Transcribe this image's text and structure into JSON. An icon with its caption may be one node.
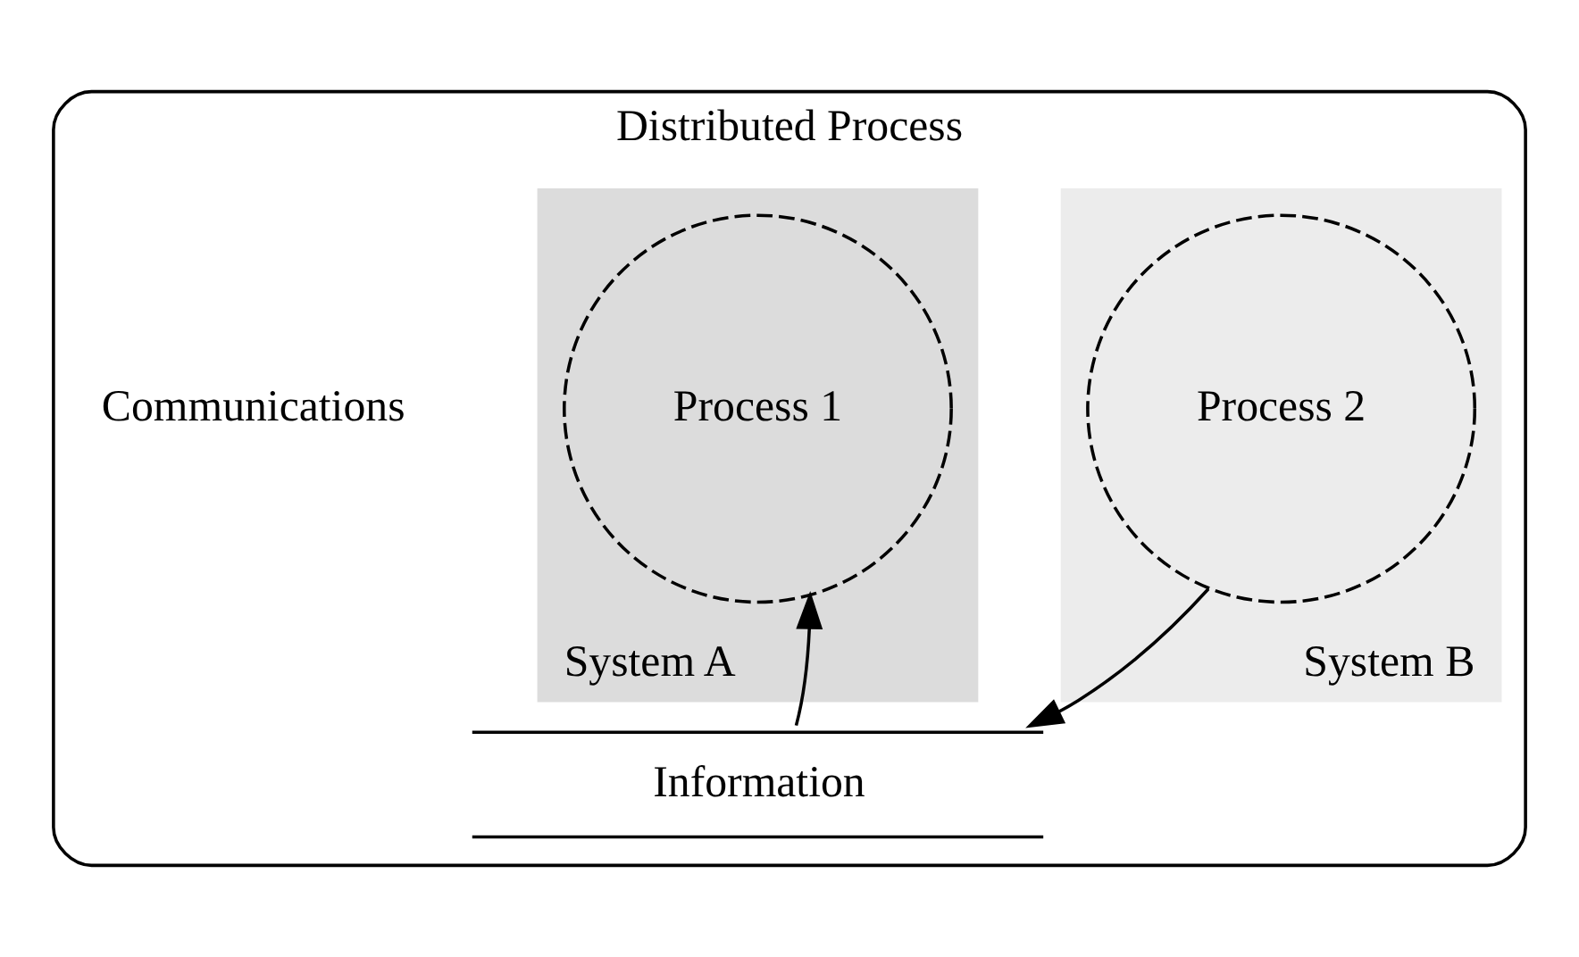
{
  "diagram": {
    "nodes": [
      {
        "text": [
          "Distributed Process"
        ]
      },
      {
        "text": [
          "System A"
        ],
        "in": 0
      },
      {
        "text": [
          "Process 1"
        ],
        "in": 1
      },
      {
        "text": [
          "System B"
        ],
        "in": 0
      },
      {
        "text": [
          "Process 2"
        ],
        "in": 3
      },
      {
        "text": [
          "Information"
        ],
        "in": 0
      }
    ],
    "edges": [
      {
        "from": 5,
        "to": 2,
        "arrow": "to"
      },
      {
        "from": 4,
        "to": 5,
        "arrow": "to"
      }
    ],
    "labels": [
      "Communications"
    ]
  }
}
